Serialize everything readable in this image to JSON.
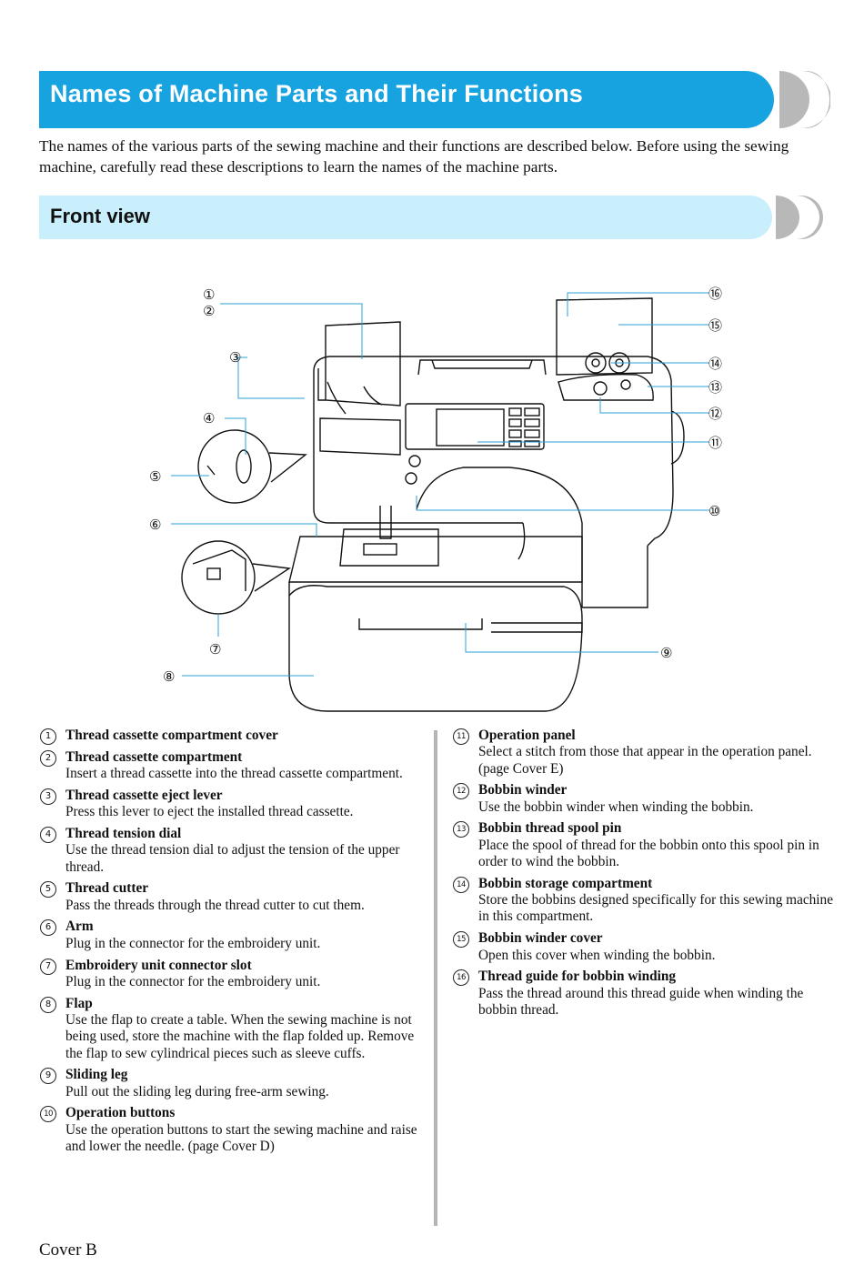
{
  "header": {
    "title": "Names of Machine Parts and Their Functions"
  },
  "intro": "The names of the various parts of the sewing machine and their functions are described below. Before using the sewing machine, carefully read these descriptions to learn the names of the machine parts.",
  "section": {
    "title": "Front view"
  },
  "figure": {
    "callouts": [
      "①",
      "②",
      "③",
      "④",
      "⑤",
      "⑥",
      "⑦",
      "⑧",
      "⑨",
      "⑩",
      "⑪",
      "⑫",
      "⑬",
      "⑭",
      "⑮",
      "⑯"
    ]
  },
  "parts_left": [
    {
      "num": "1",
      "name": "Thread cassette compartment cover",
      "desc": ""
    },
    {
      "num": "2",
      "name": "Thread cassette compartment",
      "desc": "Insert a thread cassette into the thread cassette compartment."
    },
    {
      "num": "3",
      "name": "Thread cassette eject lever",
      "desc": "Press this lever to eject the installed thread cassette."
    },
    {
      "num": "4",
      "name": "Thread tension dial",
      "desc": "Use the thread tension dial to adjust the tension of the upper thread."
    },
    {
      "num": "5",
      "name": "Thread cutter",
      "desc": "Pass the threads through the thread cutter to cut them."
    },
    {
      "num": "6",
      "name": "Arm",
      "desc": "Plug in the connector for the embroidery unit."
    },
    {
      "num": "7",
      "name": "Embroidery unit connector slot",
      "desc": "Plug in the connector for the embroidery unit."
    },
    {
      "num": "8",
      "name": "Flap",
      "desc": "Use the flap to create a table. When the sewing machine is not being used, store the machine with the flap folded up. Remove the flap to sew cylindrical pieces such as sleeve cuffs."
    },
    {
      "num": "9",
      "name": "Sliding leg",
      "desc": "Pull out the sliding leg during free-arm sewing."
    },
    {
      "num": "10",
      "name": "Operation buttons",
      "desc": "Use the operation buttons to start the sewing machine and raise and lower the needle. (page Cover D)"
    }
  ],
  "parts_right": [
    {
      "num": "11",
      "name": "Operation panel",
      "desc": "Select a stitch from those that appear in the operation panel. (page Cover E)"
    },
    {
      "num": "12",
      "name": "Bobbin winder",
      "desc": "Use the bobbin winder when winding the bobbin."
    },
    {
      "num": "13",
      "name": "Bobbin thread spool pin",
      "desc": "Place the spool of thread for the bobbin onto this spool pin in order to wind the bobbin."
    },
    {
      "num": "14",
      "name": "Bobbin storage compartment",
      "desc": "Store the bobbins designed specifically for this sewing machine in this compartment."
    },
    {
      "num": "15",
      "name": "Bobbin winder cover",
      "desc": "Open this cover when winding the bobbin."
    },
    {
      "num": "16",
      "name": "Thread guide for bobbin winding",
      "desc": "Pass the thread around this thread guide when winding the bobbin thread."
    }
  ],
  "footer": {
    "page_label": "Cover B"
  },
  "colors": {
    "banner": "#16a3e0",
    "subbanner": "#c9eefc",
    "cap_gray": "#b8b8b8",
    "divider": "#b5b5b5"
  }
}
